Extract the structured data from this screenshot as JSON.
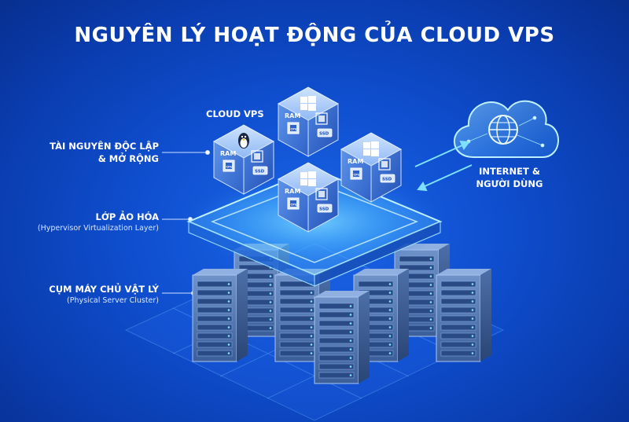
{
  "title": "NGUYÊN LÝ HOẠT ĐỘNG CỦA CLOUD VPS",
  "labels": {
    "cloud_vps": "CLOUD VPS",
    "resources_line1": "TÀI NGUYÊN ĐỘC LẬP",
    "resources_line2": "& MỞ RỘNG",
    "virtualization": "LỚP ẢO HÓA",
    "virtualization_sub": "(Hypervisor Virtualization Layer)",
    "cluster": "CỤM MÁY CHỦ VẬT LÝ",
    "cluster_sub": "(Physical Server Cluster)",
    "internet_line1": "INTERNET &",
    "internet_line2": "NGƯỜI DÙNG"
  },
  "cube_labels": {
    "ram": "RAM",
    "cpu": "CPU",
    "ssd": "SSD"
  },
  "vps_nodes": [
    {
      "os_icon": "linux-tux-icon"
    },
    {
      "os_icon": "windows-logo-icon"
    },
    {
      "os_icon": "windows-logo-icon"
    },
    {
      "os_icon": "windows-logo-icon"
    }
  ],
  "colors": {
    "background": "#0f4fd0",
    "glow": "#7fd6ff",
    "accent_cyan": "#38c8ff",
    "cube_face": "#2f6fe0"
  }
}
